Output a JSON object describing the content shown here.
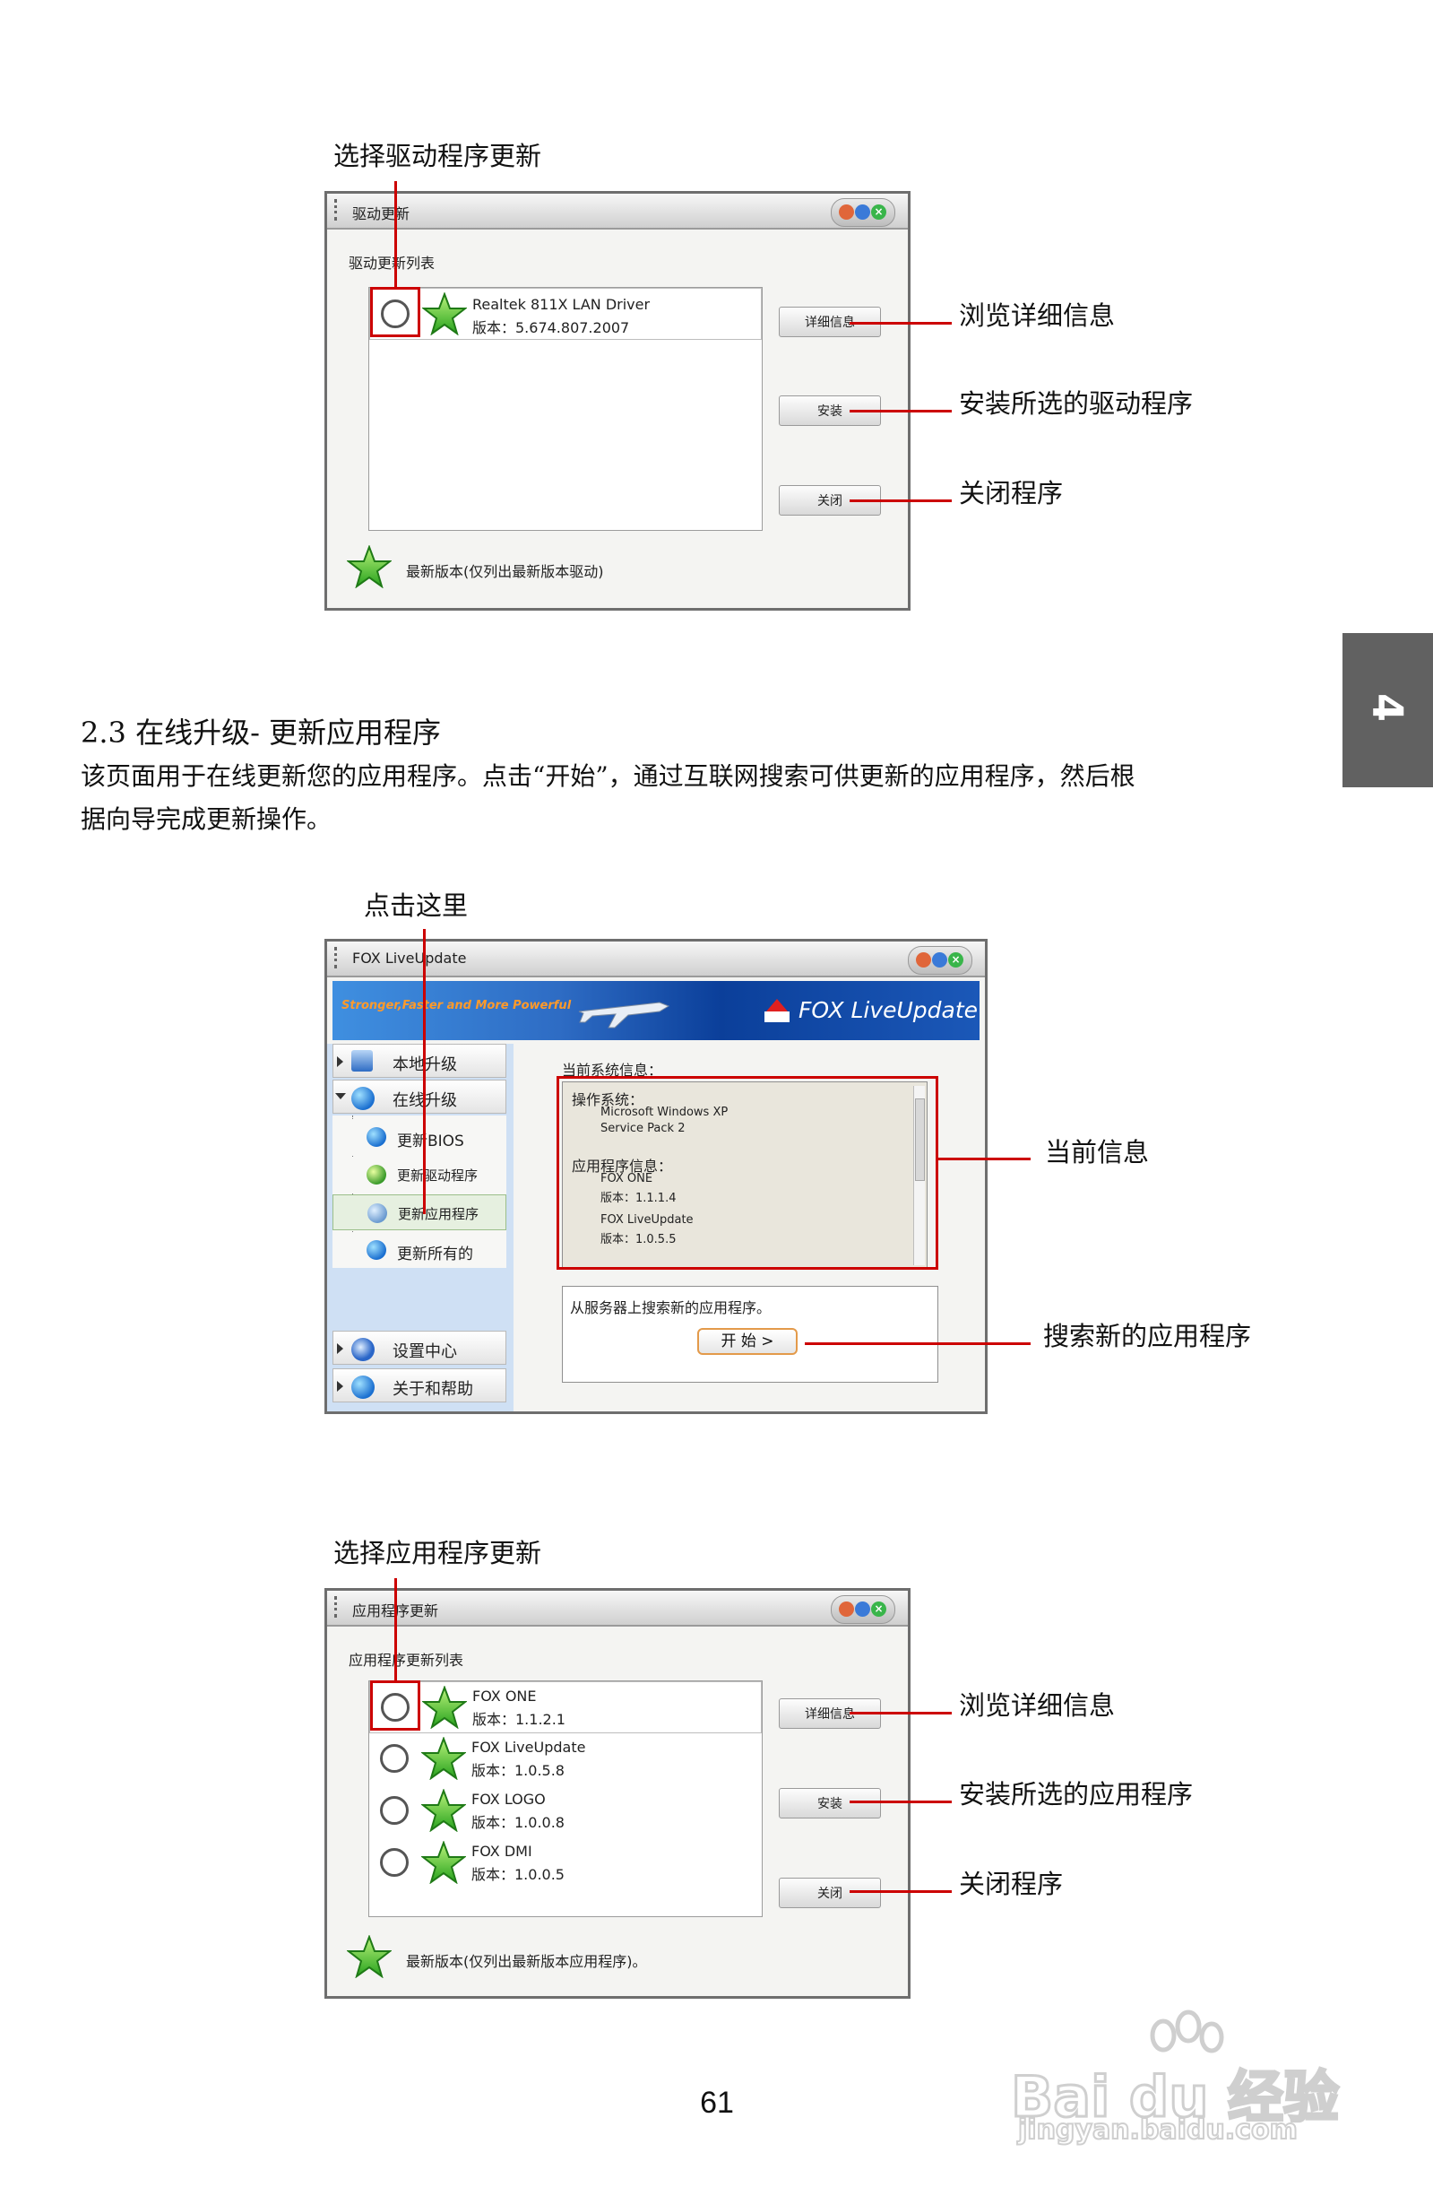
{
  "page": {
    "section_title": "2.3 在线升级- 更新应用程序",
    "paragraph_line1": "该页面用于在线更新您的应用程序。点击“开始”，通过互联网搜索可供更新的应用程序，然后根",
    "paragraph_line2": "据向导完成更新操作。",
    "page_number": "61",
    "side_tab": "4",
    "watermark_main": "Bai du 经验",
    "watermark_url": "jingyan.baidu.com"
  },
  "fig1": {
    "callout_select": "选择驱动程序更新",
    "callout_details": "浏览详细信息",
    "callout_install": "安装所选的驱动程序",
    "callout_close": "关闭程序",
    "window_title": "驱动更新",
    "list_label": "驱动更新列表",
    "items": [
      {
        "name": "Realtek 811X LAN Driver",
        "version": "版本：5.674.807.2007"
      }
    ],
    "btn_details": "详细信息",
    "btn_install": "安装",
    "btn_close": "关闭",
    "legend": "最新版本(仅列出最新版本驱动)"
  },
  "fig2": {
    "callout_click": "点击这里",
    "callout_info": "当前信息",
    "callout_search": "搜索新的应用程序",
    "window_title": "FOX LiveUpdate",
    "banner_slogan": "Stronger,Faster and More Powerful",
    "banner_brand": "FOX LiveUpdate",
    "menu": {
      "local": "本地升级",
      "online": "在线升级",
      "sub_bios": "更新BIOS",
      "sub_driver": "更新驱动程序",
      "sub_app": "更新应用程序",
      "sub_all": "更新所有的",
      "settings": "设置中心",
      "about": "关于和帮助"
    },
    "info_heading": "当前系统信息：",
    "info_lines": [
      "操作系统：",
      "Microsoft Windows XP",
      "Service Pack 2",
      "应用程序信息：",
      "FOX ONE",
      "版本：1.1.1.4",
      "FOX LiveUpdate",
      "版本：1.0.5.5"
    ],
    "search_text": "从服务器上搜索新的应用程序。",
    "start_button": "开 始 >"
  },
  "fig3": {
    "callout_select": "选择应用程序更新",
    "callout_details": "浏览详细信息",
    "callout_install": "安装所选的应用程序",
    "callout_close": "关闭程序",
    "window_title": "应用程序更新",
    "list_label": "应用程序更新列表",
    "items": [
      {
        "name": "FOX ONE",
        "version": "版本：1.1.2.1"
      },
      {
        "name": "FOX LiveUpdate",
        "version": "版本：1.0.5.8"
      },
      {
        "name": "FOX LOGO",
        "version": "版本：1.0.0.8"
      },
      {
        "name": "FOX DMI",
        "version": "版本：1.0.0.5"
      }
    ],
    "btn_details": "详细信息",
    "btn_install": "安装",
    "btn_close": "关闭",
    "legend": "最新版本(仅列出最新版本应用程序)。"
  }
}
